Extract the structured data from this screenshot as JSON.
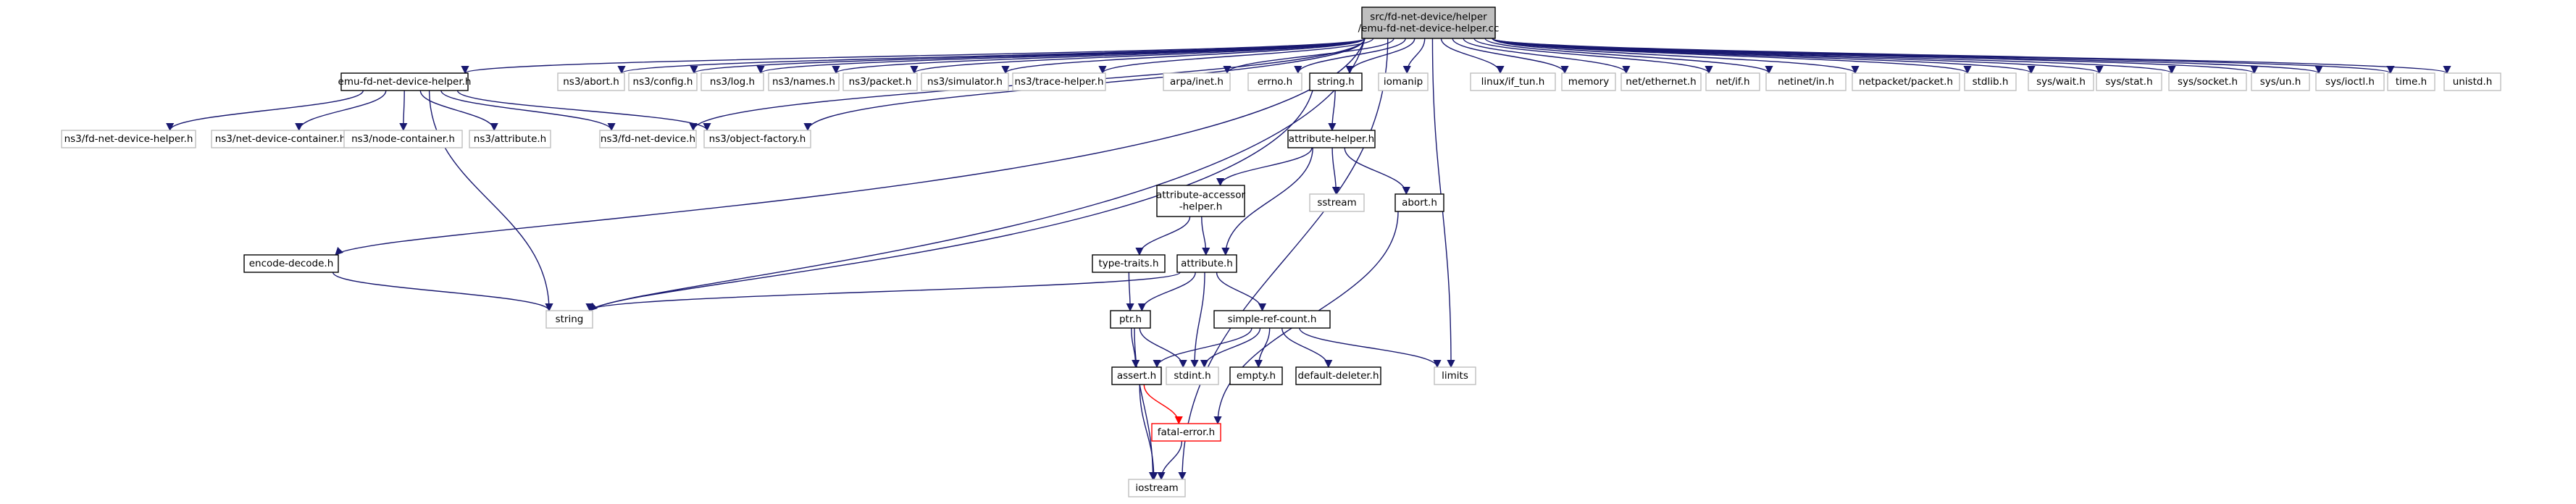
{
  "graph": {
    "colors": {
      "edge": "#191970",
      "error_edge": "#ff0000",
      "root_fill": "#bfbfbf",
      "external_border": "#bfbfbf",
      "internal_border": "#000000",
      "error_border": "#ff0000"
    },
    "nodes": [
      {
        "id": "root",
        "lines": [
          "src/fd-net-device/helper",
          "/emu-fd-net-device-helper.cc"
        ],
        "kind": "root"
      },
      {
        "id": "emuhelper",
        "lines": [
          "emu-fd-net-device-helper.h"
        ],
        "kind": "internal"
      },
      {
        "id": "ns3abort",
        "lines": [
          "ns3/abort.h"
        ],
        "kind": "external"
      },
      {
        "id": "ns3config",
        "lines": [
          "ns3/config.h"
        ],
        "kind": "external"
      },
      {
        "id": "ns3log",
        "lines": [
          "ns3/log.h"
        ],
        "kind": "external"
      },
      {
        "id": "ns3names",
        "lines": [
          "ns3/names.h"
        ],
        "kind": "external"
      },
      {
        "id": "ns3packet",
        "lines": [
          "ns3/packet.h"
        ],
        "kind": "external"
      },
      {
        "id": "ns3simulator",
        "lines": [
          "ns3/simulator.h"
        ],
        "kind": "external"
      },
      {
        "id": "ns3tracehelper",
        "lines": [
          "ns3/trace-helper.h"
        ],
        "kind": "external"
      },
      {
        "id": "arpainet",
        "lines": [
          "arpa/inet.h"
        ],
        "kind": "external"
      },
      {
        "id": "errno",
        "lines": [
          "errno.h"
        ],
        "kind": "external"
      },
      {
        "id": "stringh",
        "lines": [
          "string.h"
        ],
        "kind": "internal"
      },
      {
        "id": "iomanip",
        "lines": [
          "iomanip"
        ],
        "kind": "external"
      },
      {
        "id": "iftun",
        "lines": [
          "linux/if_tun.h"
        ],
        "kind": "external"
      },
      {
        "id": "memory",
        "lines": [
          "memory"
        ],
        "kind": "external"
      },
      {
        "id": "netethernet",
        "lines": [
          "net/ethernet.h"
        ],
        "kind": "external"
      },
      {
        "id": "netif",
        "lines": [
          "net/if.h"
        ],
        "kind": "external"
      },
      {
        "id": "netinetin",
        "lines": [
          "netinet/in.h"
        ],
        "kind": "external"
      },
      {
        "id": "netpacket",
        "lines": [
          "netpacket/packet.h"
        ],
        "kind": "external"
      },
      {
        "id": "stdlib",
        "lines": [
          "stdlib.h"
        ],
        "kind": "external"
      },
      {
        "id": "syswait",
        "lines": [
          "sys/wait.h"
        ],
        "kind": "external"
      },
      {
        "id": "sysstat",
        "lines": [
          "sys/stat.h"
        ],
        "kind": "external"
      },
      {
        "id": "syssocket",
        "lines": [
          "sys/socket.h"
        ],
        "kind": "external"
      },
      {
        "id": "sysun",
        "lines": [
          "sys/un.h"
        ],
        "kind": "external"
      },
      {
        "id": "sysioctl",
        "lines": [
          "sys/ioctl.h"
        ],
        "kind": "external"
      },
      {
        "id": "timeh",
        "lines": [
          "time.h"
        ],
        "kind": "external"
      },
      {
        "id": "unistd",
        "lines": [
          "unistd.h"
        ],
        "kind": "external"
      },
      {
        "id": "fdhelper",
        "lines": [
          "ns3/fd-net-device-helper.h"
        ],
        "kind": "external"
      },
      {
        "id": "netdevcont",
        "lines": [
          "ns3/net-device-container.h"
        ],
        "kind": "external"
      },
      {
        "id": "nodecont",
        "lines": [
          "ns3/node-container.h"
        ],
        "kind": "external"
      },
      {
        "id": "ns3attribute",
        "lines": [
          "ns3/attribute.h"
        ],
        "kind": "external"
      },
      {
        "id": "fdnetdevice",
        "lines": [
          "ns3/fd-net-device.h"
        ],
        "kind": "external"
      },
      {
        "id": "objfactory",
        "lines": [
          "ns3/object-factory.h"
        ],
        "kind": "external"
      },
      {
        "id": "attrhelper",
        "lines": [
          "attribute-helper.h"
        ],
        "kind": "internal"
      },
      {
        "id": "attraccessor",
        "lines": [
          "attribute-accessor",
          "-helper.h"
        ],
        "kind": "internal"
      },
      {
        "id": "sstream",
        "lines": [
          "sstream"
        ],
        "kind": "external"
      },
      {
        "id": "aborth",
        "lines": [
          "abort.h"
        ],
        "kind": "internal"
      },
      {
        "id": "encode",
        "lines": [
          "encode-decode.h"
        ],
        "kind": "internal"
      },
      {
        "id": "typetraits",
        "lines": [
          "type-traits.h"
        ],
        "kind": "internal"
      },
      {
        "id": "attributeh",
        "lines": [
          "attribute.h"
        ],
        "kind": "internal"
      },
      {
        "id": "string",
        "lines": [
          "string"
        ],
        "kind": "external"
      },
      {
        "id": "ptr",
        "lines": [
          "ptr.h"
        ],
        "kind": "internal"
      },
      {
        "id": "simplerefcount",
        "lines": [
          "simple-ref-count.h"
        ],
        "kind": "internal"
      },
      {
        "id": "stdint",
        "lines": [
          "stdint.h"
        ],
        "kind": "external"
      },
      {
        "id": "asserth",
        "lines": [
          "assert.h"
        ],
        "kind": "internal"
      },
      {
        "id": "emptyh",
        "lines": [
          "empty.h"
        ],
        "kind": "internal"
      },
      {
        "id": "defaultdeleter",
        "lines": [
          "default-deleter.h"
        ],
        "kind": "internal"
      },
      {
        "id": "limits",
        "lines": [
          "limits"
        ],
        "kind": "external"
      },
      {
        "id": "fatalerror",
        "lines": [
          "fatal-error.h"
        ],
        "kind": "error"
      },
      {
        "id": "iostream",
        "lines": [
          "iostream"
        ],
        "kind": "external"
      }
    ],
    "edges": [
      [
        "root",
        "emuhelper"
      ],
      [
        "root",
        "ns3abort"
      ],
      [
        "root",
        "ns3config"
      ],
      [
        "root",
        "ns3log"
      ],
      [
        "root",
        "ns3names"
      ],
      [
        "root",
        "ns3packet"
      ],
      [
        "root",
        "ns3simulator"
      ],
      [
        "root",
        "ns3tracehelper"
      ],
      [
        "root",
        "arpainet"
      ],
      [
        "root",
        "errno"
      ],
      [
        "root",
        "stringh"
      ],
      [
        "root",
        "iomanip"
      ],
      [
        "root",
        "iftun"
      ],
      [
        "root",
        "memory"
      ],
      [
        "root",
        "netethernet"
      ],
      [
        "root",
        "netif"
      ],
      [
        "root",
        "netinetin"
      ],
      [
        "root",
        "netpacket"
      ],
      [
        "root",
        "stdlib"
      ],
      [
        "root",
        "syswait"
      ],
      [
        "root",
        "sysstat"
      ],
      [
        "root",
        "syssocket"
      ],
      [
        "root",
        "sysun"
      ],
      [
        "root",
        "sysioctl"
      ],
      [
        "root",
        "timeh"
      ],
      [
        "root",
        "unistd"
      ],
      [
        "root",
        "fdnetdevice"
      ],
      [
        "root",
        "objfactory"
      ],
      [
        "root",
        "encode"
      ],
      [
        "root",
        "string"
      ],
      [
        "root",
        "limits"
      ],
      [
        "root",
        "iostream"
      ],
      [
        "emuhelper",
        "fdhelper"
      ],
      [
        "emuhelper",
        "netdevcont"
      ],
      [
        "emuhelper",
        "nodecont"
      ],
      [
        "emuhelper",
        "ns3attribute"
      ],
      [
        "emuhelper",
        "fdnetdevice"
      ],
      [
        "emuhelper",
        "objfactory"
      ],
      [
        "emuhelper",
        "string"
      ],
      [
        "stringh",
        "attrhelper"
      ],
      [
        "stringh",
        "string"
      ],
      [
        "attrhelper",
        "attraccessor"
      ],
      [
        "attrhelper",
        "sstream"
      ],
      [
        "attrhelper",
        "aborth"
      ],
      [
        "attrhelper",
        "attributeh"
      ],
      [
        "attraccessor",
        "typetraits"
      ],
      [
        "attraccessor",
        "attributeh"
      ],
      [
        "encode",
        "string"
      ],
      [
        "typetraits",
        "ptr"
      ],
      [
        "attributeh",
        "string"
      ],
      [
        "attributeh",
        "ptr"
      ],
      [
        "attributeh",
        "simplerefcount"
      ],
      [
        "attributeh",
        "stdint"
      ],
      [
        "ptr",
        "stdint"
      ],
      [
        "ptr",
        "asserth"
      ],
      [
        "ptr",
        "iostream"
      ],
      [
        "simplerefcount",
        "asserth"
      ],
      [
        "simplerefcount",
        "stdint"
      ],
      [
        "simplerefcount",
        "emptyh"
      ],
      [
        "simplerefcount",
        "defaultdeleter"
      ],
      [
        "simplerefcount",
        "limits"
      ],
      [
        "asserth",
        "fatalerror"
      ],
      [
        "asserth",
        "iostream"
      ],
      [
        "aborth",
        "fatalerror"
      ],
      [
        "fatalerror",
        "iostream"
      ]
    ]
  }
}
